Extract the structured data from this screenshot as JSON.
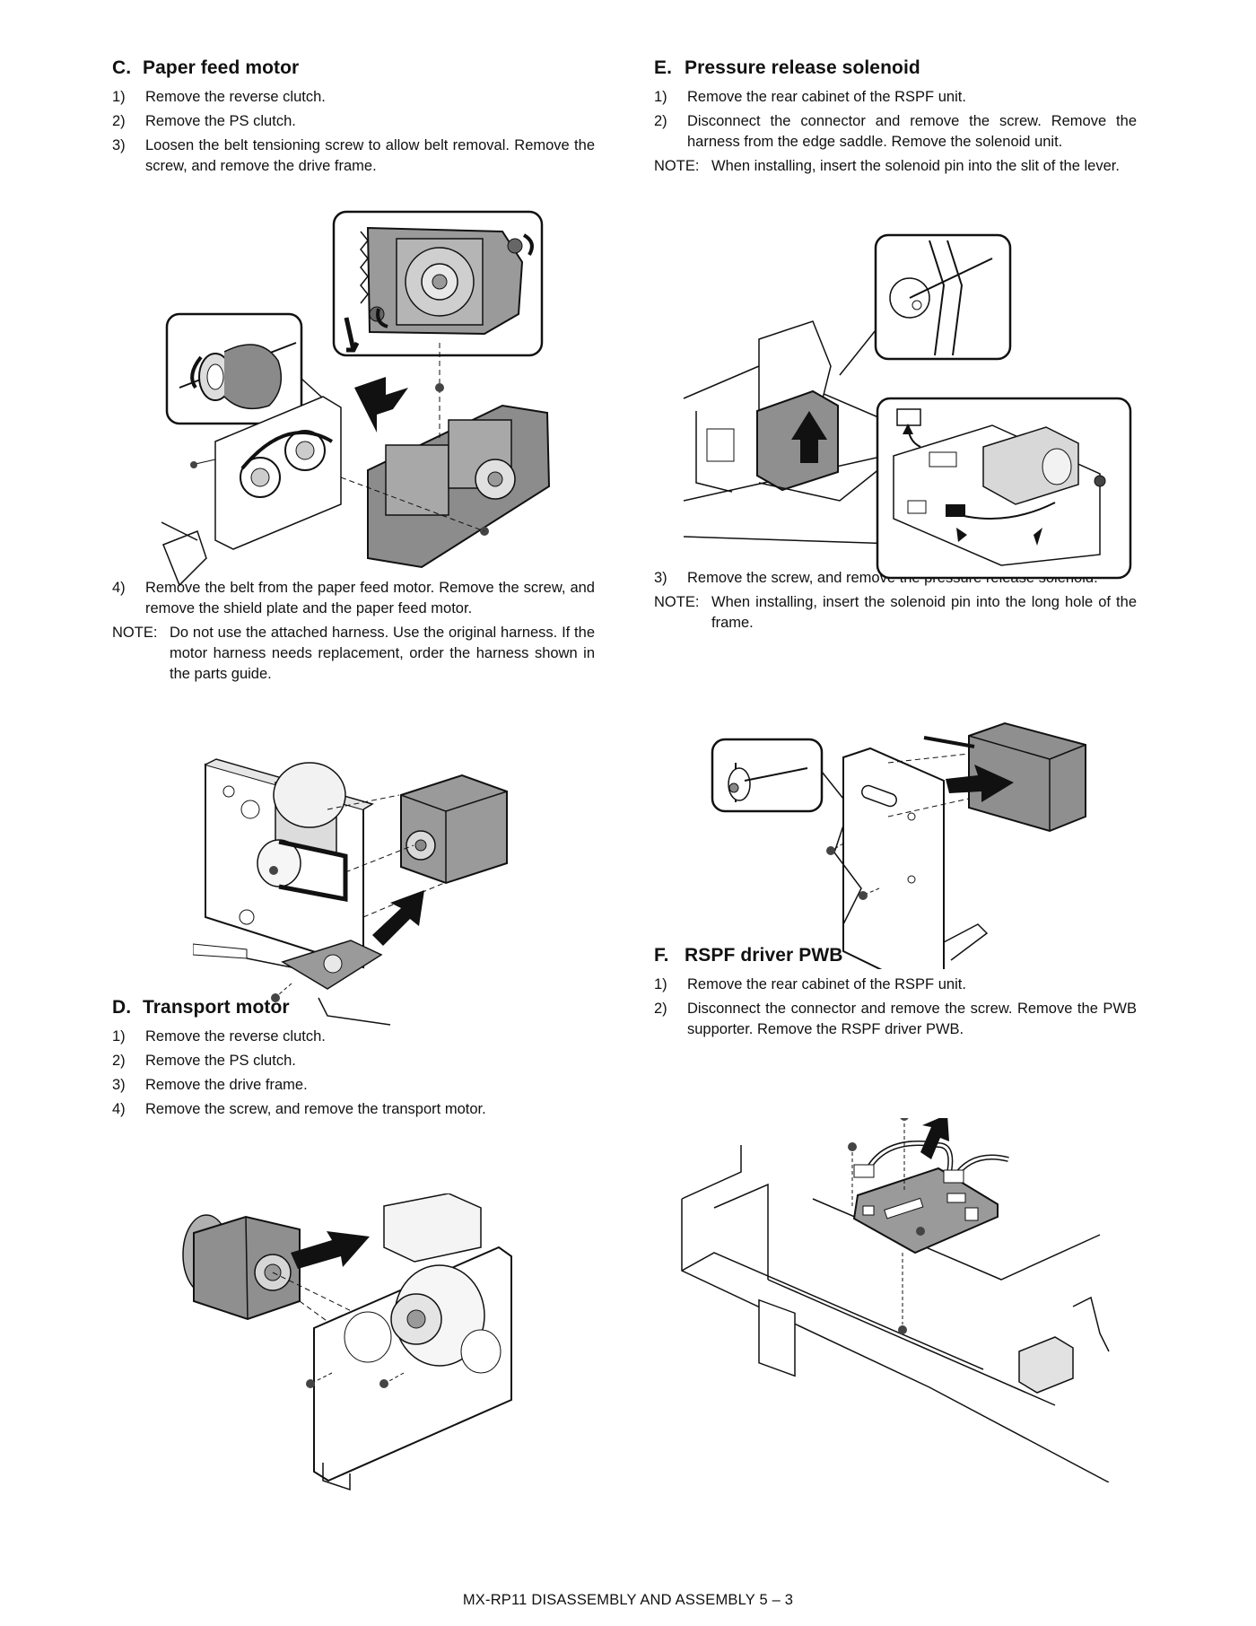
{
  "sections": {
    "c": {
      "letter": "C.",
      "title": "Paper feed motor",
      "steps": [
        {
          "num": "1)",
          "text": "Remove the reverse clutch."
        },
        {
          "num": "2)",
          "text": "Remove the PS clutch."
        },
        {
          "num": "3)",
          "text": "Loosen the belt tensioning screw to allow belt removal. Remove the screw, and remove the drive frame."
        },
        {
          "num": "4)",
          "text": "Remove the belt from the paper feed motor. Remove the screw, and remove the shield plate and the paper feed motor."
        }
      ],
      "note": {
        "label": "NOTE:",
        "text": "Do not use the attached harness. Use the original harness. If the motor harness needs replacement, order the harness shown in the parts guide."
      }
    },
    "d": {
      "letter": "D.",
      "title": "Transport motor",
      "steps": [
        {
          "num": "1)",
          "text": "Remove the reverse clutch."
        },
        {
          "num": "2)",
          "text": "Remove the PS clutch."
        },
        {
          "num": "3)",
          "text": "Remove the drive frame."
        },
        {
          "num": "4)",
          "text": "Remove the screw, and remove the transport motor."
        }
      ]
    },
    "e": {
      "letter": "E.",
      "title": "Pressure release solenoid",
      "steps": [
        {
          "num": "1)",
          "text": "Remove the rear cabinet of the RSPF unit."
        },
        {
          "num": "2)",
          "text": "Disconnect the connector and remove the screw. Remove the harness from the edge saddle. Remove the solenoid unit."
        },
        {
          "num": "3)",
          "text": "Remove the screw, and remove the pressure release solenoid."
        }
      ],
      "note1": {
        "label": "NOTE:",
        "text": "When installing, insert the solenoid pin into the slit of the lever."
      },
      "note2": {
        "label": "NOTE:",
        "text": "When installing, insert the solenoid pin into the long hole of the frame."
      }
    },
    "f": {
      "letter": "F.",
      "title": "RSPF driver PWB",
      "steps": [
        {
          "num": "1)",
          "text": "Remove the rear cabinet of the RSPF unit."
        },
        {
          "num": "2)",
          "text": "Disconnect the connector and remove the screw. Remove the PWB supporter. Remove the RSPF driver PWB."
        }
      ]
    }
  },
  "footer": "MX-RP11  DISASSEMBLY AND ASSEMBLY  5 – 3",
  "colors": {
    "part_fill": "#9a9a9a",
    "part_dark": "#6f6f6f",
    "line": "#111111",
    "arrow": "#111111"
  }
}
